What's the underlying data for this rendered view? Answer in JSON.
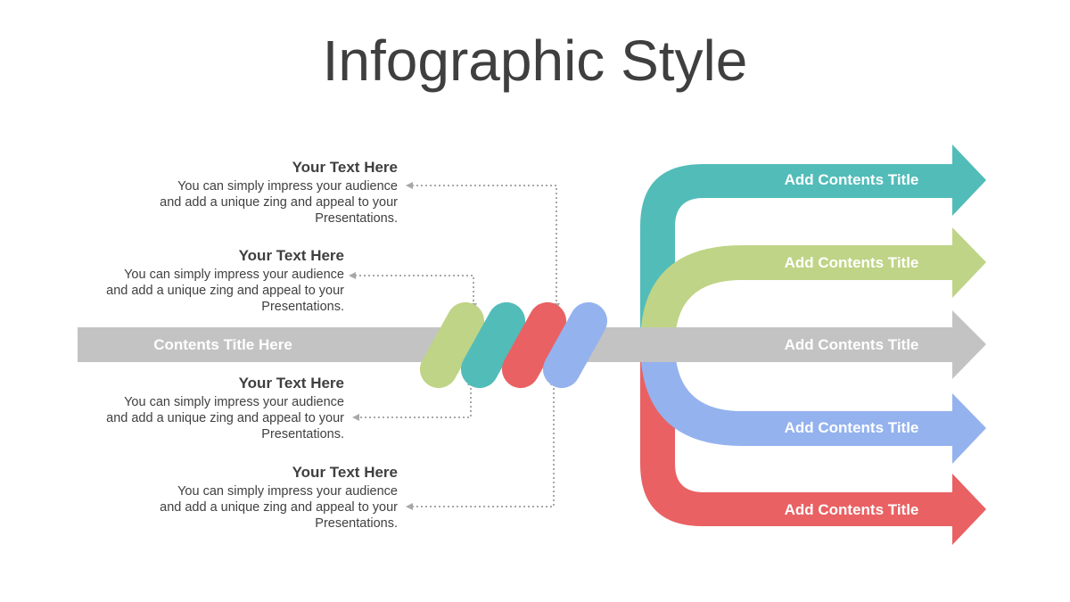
{
  "title": "Infographic Style",
  "main_bar": {
    "label": "Contents Title Here"
  },
  "arrows": [
    {
      "label": "Add Contents Title",
      "color": "#52bcb9"
    },
    {
      "label": "Add Contents Title",
      "color": "#bfd486"
    },
    {
      "label": "Add Contents Title",
      "color": "#c3c3c3"
    },
    {
      "label": "Add Contents Title",
      "color": "#94b2ee"
    },
    {
      "label": "Add Contents Title",
      "color": "#e96163"
    }
  ],
  "pills": [
    {
      "color": "#bfd486"
    },
    {
      "color": "#52bcb9"
    },
    {
      "color": "#e96163"
    },
    {
      "color": "#94b2ee"
    }
  ],
  "text_blocks": [
    {
      "heading": "Your Text Here",
      "lines": [
        "You can simply impress your audience",
        "and add a unique zing and appeal to your",
        "Presentations."
      ]
    },
    {
      "heading": "Your Text Here",
      "lines": [
        "You can simply impress your audience",
        "and add a unique zing and appeal to your",
        "Presentations."
      ]
    },
    {
      "heading": "Your Text Here",
      "lines": [
        "You can simply impress your audience",
        "and add a unique zing and appeal to your",
        "Presentations."
      ]
    },
    {
      "heading": "Your Text Here",
      "lines": [
        "You can simply impress your audience",
        "and add a unique zing and appeal to your",
        "Presentations."
      ]
    }
  ]
}
